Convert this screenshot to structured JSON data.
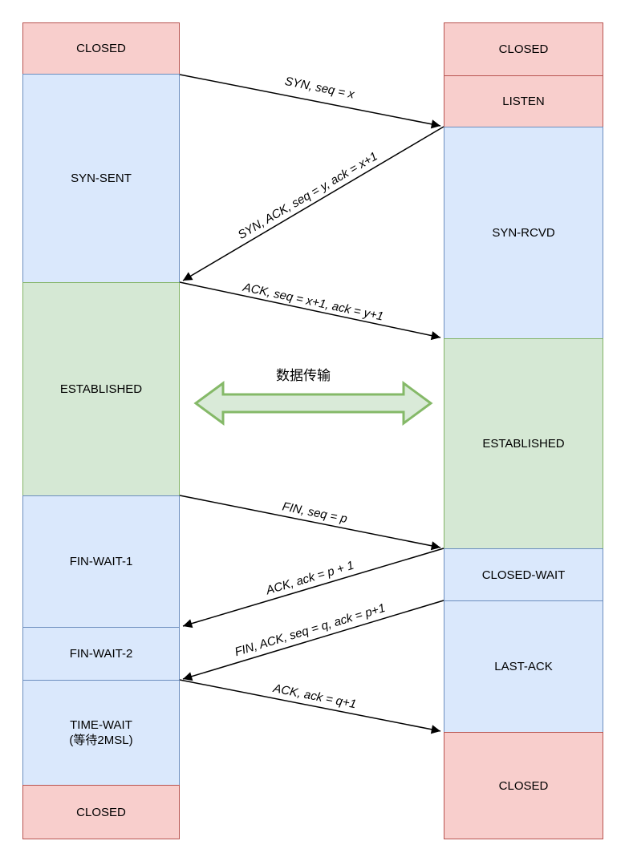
{
  "diagram": {
    "type": "tcp-connection-sequence",
    "colors": {
      "closed_fill": "#f8cecc",
      "closed_stroke": "#b85450",
      "transient_fill": "#dae8fc",
      "transient_stroke": "#6c8ebf",
      "established_fill": "#d5e8d4",
      "established_stroke": "#82b366",
      "data_transfer_arrow_fill": "#d5e8d4",
      "data_transfer_arrow_stroke": "#85b968",
      "message_line": "#000000"
    }
  },
  "client": {
    "states": [
      {
        "label": "CLOSED"
      },
      {
        "label": "SYN-SENT"
      },
      {
        "label": "ESTABLISHED"
      },
      {
        "label": "FIN-WAIT-1"
      },
      {
        "label": "FIN-WAIT-2"
      },
      {
        "label": "TIME-WAIT",
        "sublabel": "(等待2MSL)"
      },
      {
        "label": "CLOSED"
      }
    ]
  },
  "server": {
    "states": [
      {
        "label": "CLOSED"
      },
      {
        "label": "LISTEN"
      },
      {
        "label": "SYN-RCVD"
      },
      {
        "label": "ESTABLISHED"
      },
      {
        "label": "CLOSED-WAIT"
      },
      {
        "label": "LAST-ACK"
      },
      {
        "label": "CLOSED"
      }
    ]
  },
  "messages": [
    {
      "label": "SYN, seq = x",
      "direction": "client-to-server"
    },
    {
      "label": "SYN, ACK, seq = y, ack = x+1",
      "direction": "server-to-client"
    },
    {
      "label": "ACK, seq = x+1, ack = y+1",
      "direction": "client-to-server"
    },
    {
      "label": "FIN, seq = p",
      "direction": "client-to-server"
    },
    {
      "label": "ACK, ack = p + 1",
      "direction": "server-to-client"
    },
    {
      "label": "FIN, ACK, seq = q, ack = p+1",
      "direction": "server-to-client"
    },
    {
      "label": "ACK, ack = q+1",
      "direction": "client-to-server"
    }
  ],
  "data_transfer": {
    "label": "数据传输"
  }
}
